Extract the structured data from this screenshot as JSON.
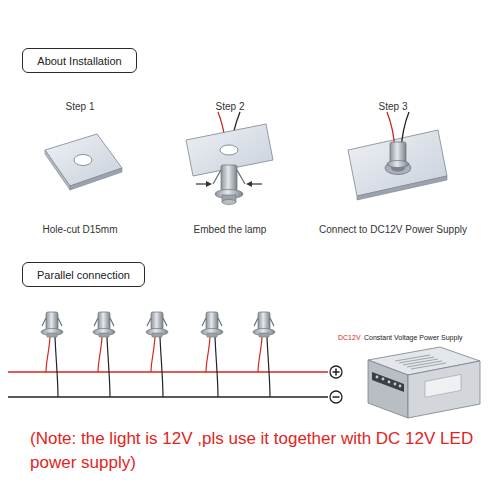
{
  "diagram": {
    "nodes": [
      {
        "text": [
          "About Installation"
        ]
      },
      {
        "text": [
          "Parallel connection"
        ]
      }
    ],
    "labels": [
      "Step 1",
      "Step 2",
      "Step 3",
      "Hole-cut D15mm",
      "Embed the lamp",
      "Connect to DC12V Power Supply",
      "DC12V",
      "Constant Voltage Power Supply",
      "(Note: the light is 12V ,pls use it together with DC 12V LED power supply)"
    ]
  }
}
